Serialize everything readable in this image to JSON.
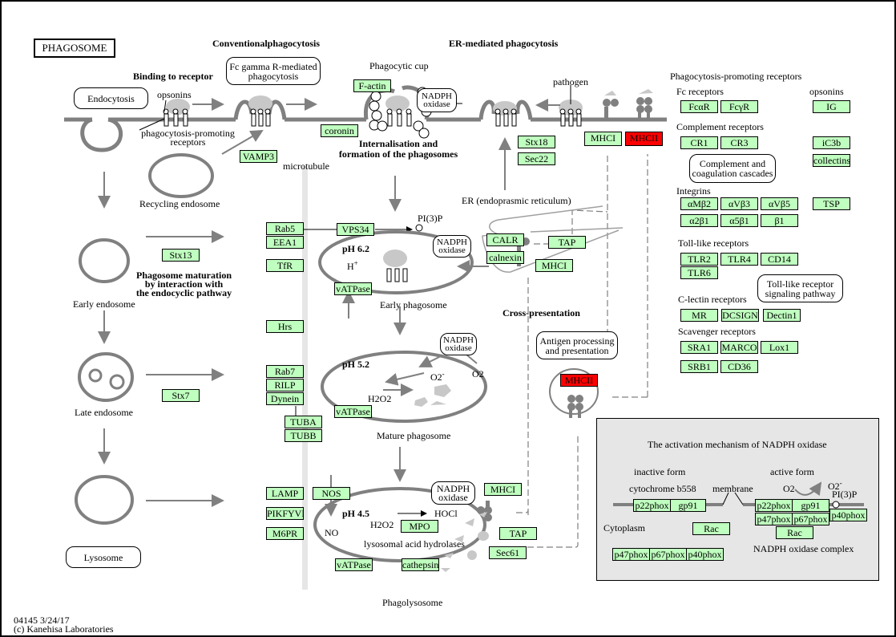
{
  "title": "PHAGOSOME",
  "footer": {
    "id_date": "04145 3/24/17",
    "copyright": "(c) Kanehisa Laboratories"
  },
  "colors": {
    "gene_fill": "#bfffbf",
    "highlight_fill": "#ff0000",
    "line": "#808080",
    "panel_fill": "#e6e6e6"
  },
  "section_headings": {
    "conventional": "Conventionalphagocytosis",
    "er_mediated": "ER-mediated phagocytosis",
    "binding": "Binding to receptor",
    "internalisation_1": "Internalisation and",
    "internalisation_2": "formation of the phagosomes",
    "maturation_1": "Phagosome maturation",
    "maturation_2": "by interaction with",
    "maturation_3": "the endocyclic pathway",
    "cross_presentation": "Cross-presentation"
  },
  "labels": {
    "opsonins": "opsonins",
    "receptors_1": "phagocytosis-promoting",
    "receptors_2": "receptors",
    "recycling_endosome": "Recycling endosome",
    "microtubule": "microtubule",
    "phagocytic_cup": "Phagocytic cup",
    "pathogen": "pathogen",
    "er": "ER (endoprasmic reticulum)",
    "pi3p": "PI(3)P",
    "early_endosome": "Early endosome",
    "late_endosome": "Late endosome",
    "ph62": "pH 6.2",
    "h_plus": "H",
    "h_plus_sup": "+",
    "early_phagosome": "Early phagosome",
    "ph52": "pH 5.2",
    "o2_minus": "O2",
    "o2_minus_sup": "-",
    "o2": "O2",
    "h2o2": "H2O2",
    "mature_phagosome": "Mature phagosome",
    "ph45": "pH 4.5",
    "hocl": "HOCl",
    "h2o2_b": "H2O2",
    "no": "NO",
    "hydrolases": "lysosomal acid hydrolases",
    "phagolysosome": "Phagolysosome"
  },
  "right_panel": {
    "heading": "Phagocytosis-promoting receptors",
    "fc_receptors": "Fc receptors",
    "opsonins": "opsonins",
    "complement_receptors": "Complement receptors",
    "integrins": "Integrins",
    "toll_like": "Toll-like receptors",
    "c_lectin": "C-lectin receptors",
    "scavenger": "Scavenger receptors"
  },
  "pathway_maps": {
    "endocytosis": "Endocytosis",
    "fc_gamma_1": "Fc gamma R-mediated",
    "fc_gamma_2": "phagocytosis",
    "complement_1": "Complement and",
    "complement_2": "coagulation cascades",
    "tlr_1": "Toll-like receptor",
    "tlr_2": "signaling pathway",
    "antigen_1": "Antigen processing",
    "antigen_2": "and presentation",
    "lysosome": "Lysosome",
    "nadph_1": "NADPH",
    "nadph_2": "oxidase"
  },
  "genes": {
    "f_actin": "F-actin",
    "coronin": "coronin",
    "vamp3": "VAMP3",
    "stx18": "Stx18",
    "sec22": "Sec22",
    "mhci_top": "MHCI",
    "mhcii_top": "MHCII",
    "fcar": "FcαR",
    "fcgr": "FcγR",
    "ig": "IG",
    "cr1": "CR1",
    "cr3": "CR3",
    "ic3b": "iC3b",
    "collectins": "collectins",
    "amb2": "αMβ2",
    "avb3": "αVβ3",
    "avb5": "αVβ5",
    "tsp": "TSP",
    "a2b1": "α2β1",
    "a5b1": "α5β1",
    "b1": "β1",
    "tlr2": "TLR2",
    "tlr4": "TLR4",
    "cd14": "CD14",
    "tlr6": "TLR6",
    "mr": "MR",
    "dcsign": "DCSIGN",
    "dectin1": "Dectin1",
    "sra1": "SRA1",
    "marco": "MARCO",
    "lox1": "Lox1",
    "srb1": "SRB1",
    "cd36": "CD36",
    "rab5": "Rab5",
    "eea1": "EEA1",
    "tfr": "TfR",
    "stx13": "Stx13",
    "vps34": "VPS34",
    "vatpase_1": "vATPase",
    "calr": "CALR",
    "calnexin": "calnexin",
    "tap_er": "TAP",
    "mhci_er": "MHCI",
    "hrs": "Hrs",
    "rab7": "Rab7",
    "rilp": "RILP",
    "dynein": "Dynein",
    "tuba": "TUBA",
    "tubb": "TUBB",
    "stx7": "Stx7",
    "vatpase_2": "vATPase",
    "mhcii_cross": "MHCII",
    "lamp": "LAMP",
    "pikfyve": "PIKFYVE",
    "m6pr": "M6PR",
    "nos": "NOS",
    "mpo": "MPO",
    "vatpase_3": "vATPase",
    "cathepsin": "cathepsin",
    "mhci_pl": "MHCI",
    "tap_pl": "TAP",
    "sec61": "Sec61"
  },
  "nadph_panel": {
    "title": "The activation mechanism of NADPH oxidase",
    "inactive": "inactive form",
    "cytochrome": "cytochrome b558",
    "membrane": "membrane",
    "active": "active form",
    "o2": "O2",
    "o2_minus": "O2",
    "o2_minus_sup": "-",
    "pi3p": "PI(3)P",
    "cytoplasm": "Cytoplasm",
    "complex": "NADPH oxidase complex",
    "genes": {
      "p22phox_in": "p22phox",
      "gp91_in": "gp91",
      "rac_in": "Rac",
      "p47phox_in": "p47phox",
      "p67phox_in": "p67phox",
      "p40phox_in": "p40phox",
      "p22phox_act": "p22phox",
      "gp91_act": "gp91",
      "p47phox_act": "p47phox",
      "p67phox_act": "p67phox",
      "p40phox_act": "p40phox",
      "rac_act": "Rac"
    }
  }
}
